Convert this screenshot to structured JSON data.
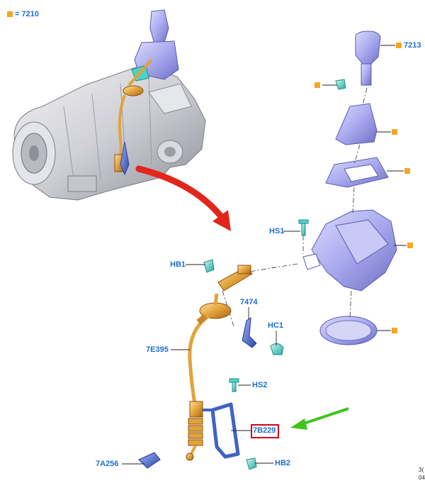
{
  "legend": {
    "swatch_color": "#f5a623",
    "text": "= 7210"
  },
  "labels": {
    "top_knob": "7213",
    "hs1": "HS1",
    "hb1": "HB1",
    "p7474": "7474",
    "hc1": "HC1",
    "e395": "7E395",
    "hs2": "HS2",
    "b229": "7B229",
    "a256": "7A256",
    "hb2": "HB2"
  },
  "highlighted_part": "7B229",
  "corner_text": {
    "line1": "3(",
    "line2": "04"
  },
  "colors": {
    "label_blue": "#1a6fd1",
    "marker_orange": "#f5a623",
    "highlight_red": "#d0021b",
    "arrow_red": "#e3261b",
    "arrow_green": "#3fc41b",
    "cable_gold": "#e3a33a",
    "shifter_lavender": "#a9a9ef",
    "clip_cyan": "#4fd3c7",
    "bracket_blue": "#3f62c4",
    "transmission_grey": "#d2d3d8"
  },
  "icons": [
    "transmission-housing",
    "gear-shift-knob",
    "shift-boot",
    "shifter-housing",
    "cable-assembly",
    "bracket",
    "clip"
  ]
}
